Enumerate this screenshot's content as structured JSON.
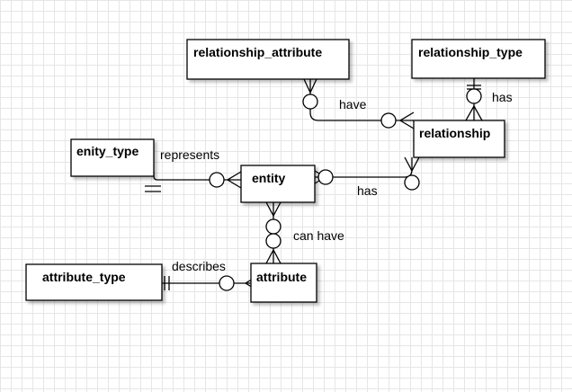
{
  "entities": {
    "relationship_attribute": "relationship_attribute",
    "relationship_type": "relationship_type",
    "relationship": "relationship",
    "enity_type": "enity_type",
    "entity": "entity",
    "attribute_type": "attribute_type",
    "attribute": "attribute"
  },
  "relationships": {
    "have": "have",
    "has_type": "has",
    "represents": "represents",
    "has_entity": "has",
    "can_have": "can have",
    "describes": "describes"
  }
}
